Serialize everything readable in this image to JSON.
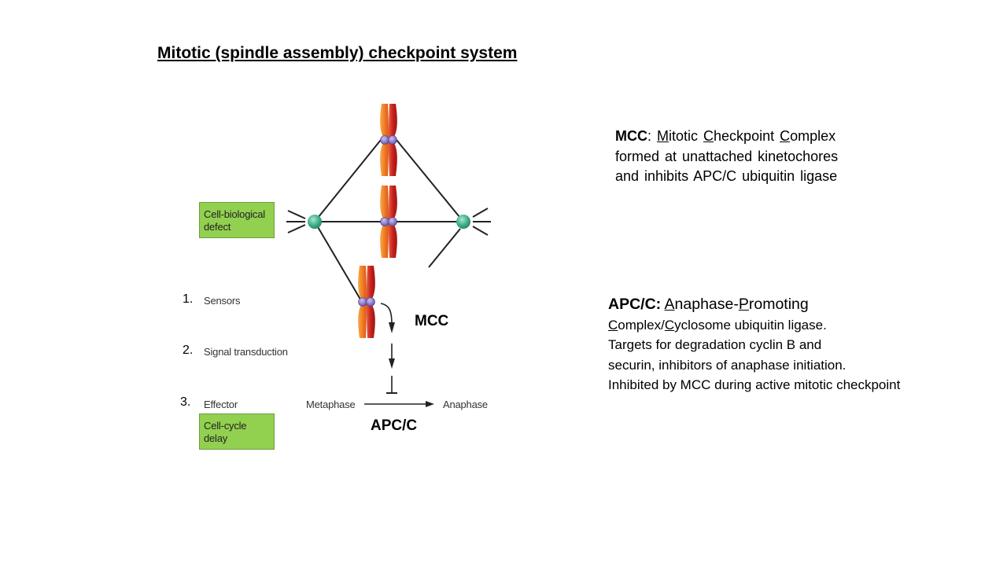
{
  "title": "Mitotic (spindle assembly) checkpoint system",
  "diagram": {
    "defect_box": [
      "Cell-biological",
      "defect"
    ],
    "delay_box": [
      "Cell-cycle",
      "delay"
    ],
    "steps": [
      {
        "num": "1.",
        "label": "Sensors"
      },
      {
        "num": "2.",
        "label": "Signal transduction"
      },
      {
        "num": "3.",
        "label": "Effector"
      }
    ],
    "metaphase": "Metaphase",
    "anaphase": "Anaphase",
    "mcc_label": "MCC",
    "apcc_label": "APC/C",
    "colors": {
      "box_fill": "#92d050",
      "centrosome": "#3cae8a",
      "chromatid_orange": "#f07a22",
      "chromatid_red": "#c8211e",
      "kinetochore": "#8a7cc8"
    }
  },
  "mcc_desc": {
    "term": "MCC",
    "colon": ": ",
    "l1": [
      "M",
      "itotic ",
      "C",
      "heckpoint ",
      "C",
      "omplex"
    ],
    "line2": "formed at unattached kinetochores",
    "line3": "and inhibits APC/C ubiquitin ligase"
  },
  "apc_desc": {
    "term": "APC/C:",
    "l1": [
      " ",
      "A",
      "naphase-",
      "P",
      "romoting"
    ],
    "l2": [
      "C",
      "omplex/",
      "C",
      "yclosome ubiquitin ligase."
    ],
    "line3": "Targets for degradation cyclin B and",
    "line4": "securin, inhibitors of anaphase initiation.",
    "line5": "Inhibited by MCC during active mitotic checkpoint"
  }
}
